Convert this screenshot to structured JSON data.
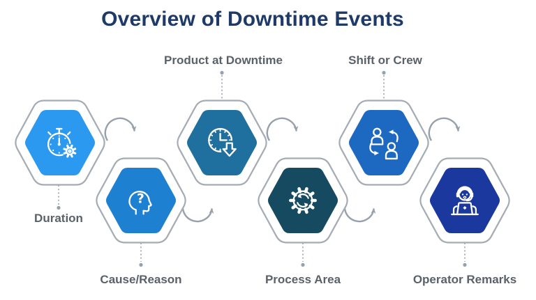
{
  "title": "Overview of Downtime Events",
  "colors": {
    "title": "#1e3a68",
    "label": "#5a6169",
    "hex_outline": "#a5abb4",
    "connector": "#97a1ad",
    "icon_stroke": "#ffffff",
    "background": "#ffffff"
  },
  "steps": [
    {
      "id": "duration",
      "label": "Duration",
      "icon": "stopwatch-gear-icon",
      "color": "#2b99ef",
      "row": "top",
      "label_position": "below"
    },
    {
      "id": "cause-reason",
      "label": "Cause/Reason",
      "icon": "head-question-icon",
      "color": "#1e80d0",
      "row": "bottom",
      "label_position": "below"
    },
    {
      "id": "product-at-downtime",
      "label": "Product at Downtime",
      "icon": "clock-down-arrow-icon",
      "color": "#20709f",
      "row": "top",
      "label_position": "above"
    },
    {
      "id": "process-area",
      "label": "Process Area",
      "icon": "gear-sync-icon",
      "color": "#164a60",
      "row": "bottom",
      "label_position": "below"
    },
    {
      "id": "shift-or-crew",
      "label": "Shift or Crew",
      "icon": "crew-swap-icon",
      "color": "#1d69c1",
      "row": "top",
      "label_position": "above"
    },
    {
      "id": "operator-remarks",
      "label": "Operator Remarks",
      "icon": "operator-headset-icon",
      "color": "#1a389d",
      "row": "bottom",
      "label_position": "below"
    }
  ]
}
